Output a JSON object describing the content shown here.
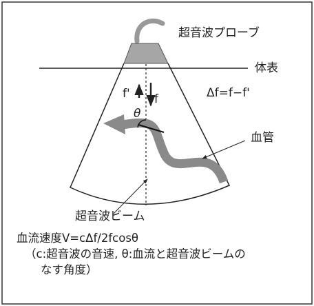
{
  "labels": {
    "probe": "超音波プローブ",
    "body_surface": "体表",
    "delta_f": "Δf=f−f'",
    "f_prime": "f'",
    "f": "f",
    "theta": "θ",
    "vessel": "血管",
    "beam": "超音波ビーム"
  },
  "caption": {
    "line1": "血流速度V=cΔf/2fcosθ",
    "line2": "（c:超音波の音速, θ:血流と超音波ビームの",
    "line3": "なす角度）"
  }
}
